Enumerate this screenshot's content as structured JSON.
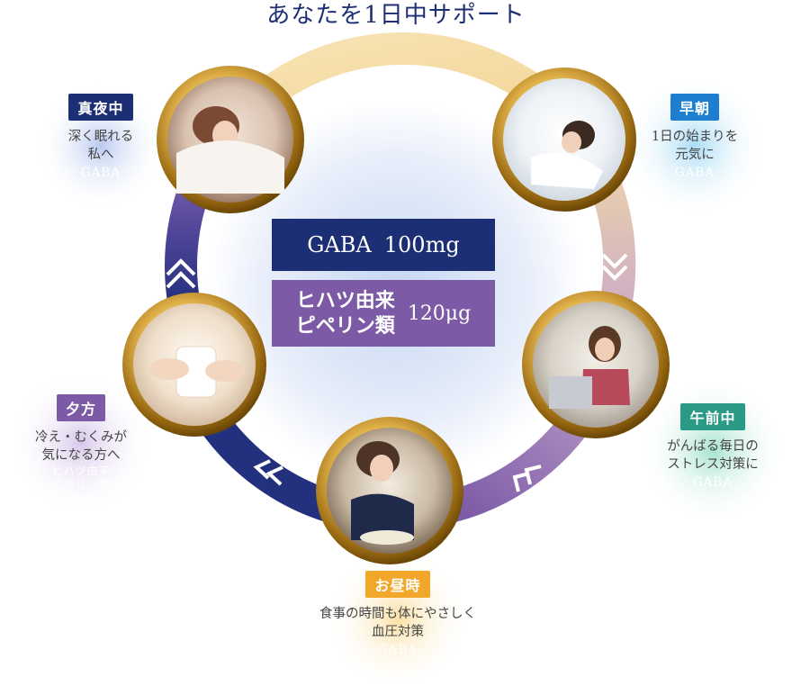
{
  "title": "あなたを1日中サポート",
  "center": {
    "gaba_label": "GABA",
    "gaba_amount": "100mg",
    "pepper_line1": "ヒハツ由来",
    "pepper_line2": "ピペリン類",
    "pepper_amount": "120μg"
  },
  "slots": {
    "night": {
      "label": "真夜中",
      "line1": "深く眠れる",
      "line2": "私へ",
      "sub": "GABA",
      "color": "#1d2f74"
    },
    "morning": {
      "label": "早朝",
      "line1": "1日の始まりを",
      "line2": "元気に",
      "sub": "GABA",
      "color": "#1e7fd0"
    },
    "forenoon": {
      "label": "午前中",
      "line1": "がんばる毎日の",
      "line2": "ストレス対策に",
      "sub": "GABA",
      "color": "#2a9a86"
    },
    "noon": {
      "label": "お昼時",
      "line1": "食事の時間も体にやさしく",
      "line2": "血圧対策",
      "sub": "GABA",
      "color": "#f0a72a"
    },
    "evening": {
      "label": "夕方",
      "line1": "冷え・むくみが",
      "line2": "気になる方へ",
      "sub1": "ヒハツ由来",
      "sub2": "ピペリン類",
      "color": "#7c5aa6"
    }
  },
  "photos": {
    "night": "sleeping-woman-photo",
    "morning": "stretching-woman-photo",
    "forenoon": "woman-with-laptop-photo",
    "noon": "woman-eating-photo",
    "evening": "hands-holding-cup-photo"
  }
}
